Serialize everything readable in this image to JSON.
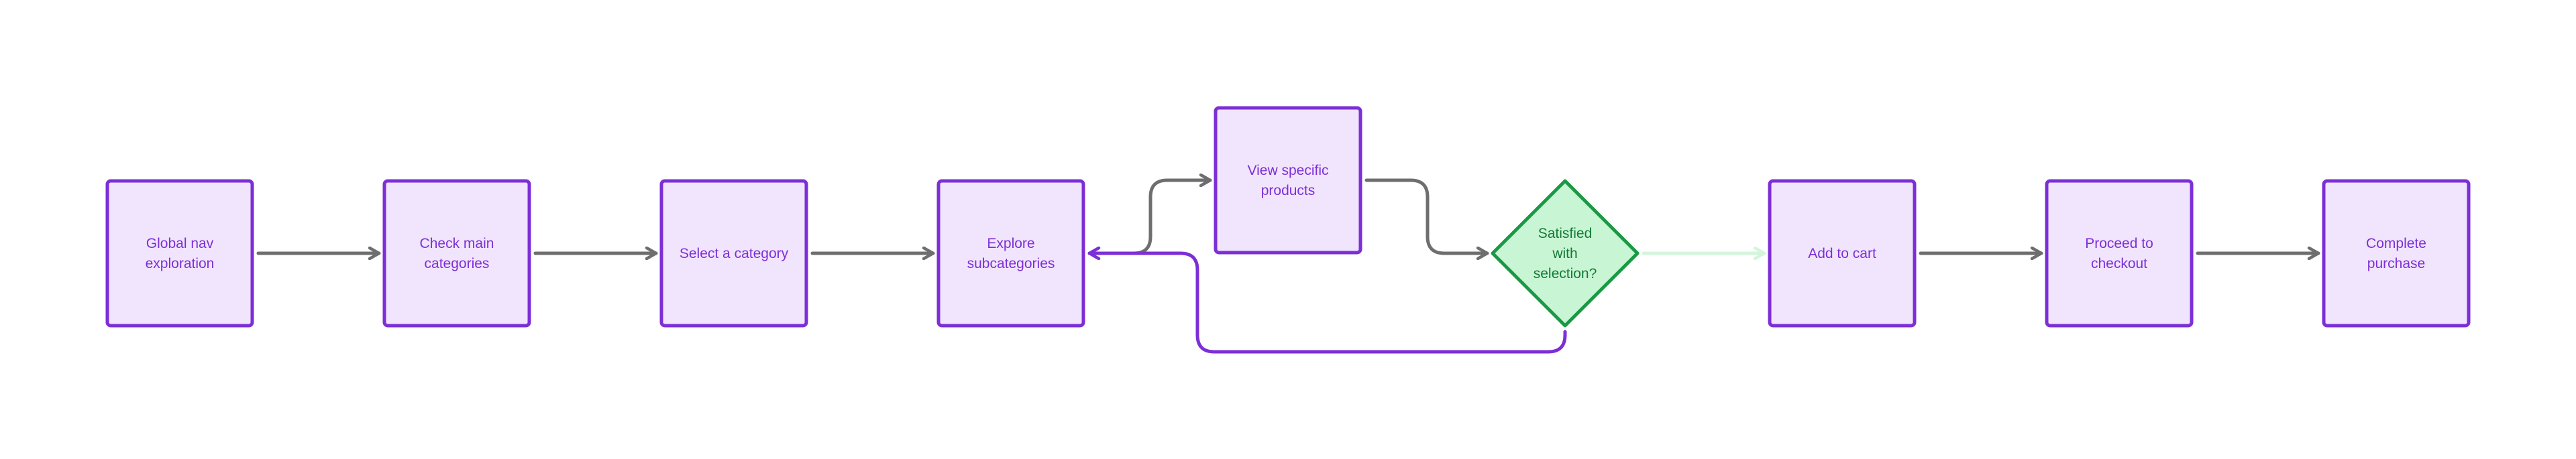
{
  "colors": {
    "box_fill": "#f1e4fd",
    "box_stroke": "#7c2fd6",
    "box_text": "#7c2fd6",
    "decision_fill": "#c8f5d3",
    "decision_stroke": "#1a9944",
    "decision_text": "#127a35",
    "edge_gray": "#6e6e6e",
    "edge_purple": "#7c2fd6",
    "edge_green_light": "#d4f5dc"
  },
  "nodes": [
    {
      "id": "global-nav",
      "shape": "box",
      "lines": [
        "Global nav",
        "exploration"
      ]
    },
    {
      "id": "check-main",
      "shape": "box",
      "lines": [
        "Check main",
        "categories"
      ]
    },
    {
      "id": "select-category",
      "shape": "box",
      "lines": [
        "Select a category"
      ]
    },
    {
      "id": "explore-sub",
      "shape": "box",
      "lines": [
        "Explore",
        "subcategories"
      ]
    },
    {
      "id": "view-products",
      "shape": "box",
      "lines": [
        "View specific",
        "products"
      ]
    },
    {
      "id": "satisfied",
      "shape": "diamond",
      "lines": [
        "Satisfied",
        "with",
        "selection?"
      ]
    },
    {
      "id": "add-to-cart",
      "shape": "box",
      "lines": [
        "Add to cart"
      ]
    },
    {
      "id": "checkout",
      "shape": "box",
      "lines": [
        "Proceed to",
        "checkout"
      ]
    },
    {
      "id": "complete",
      "shape": "box",
      "lines": [
        "Complete",
        "purchase"
      ]
    }
  ],
  "edges": [
    {
      "from": "global-nav",
      "to": "check-main",
      "color": "edge_gray"
    },
    {
      "from": "check-main",
      "to": "select-category",
      "color": "edge_gray"
    },
    {
      "from": "select-category",
      "to": "explore-sub",
      "color": "edge_gray"
    },
    {
      "from": "explore-sub",
      "to": "view-products",
      "color": "edge_gray"
    },
    {
      "from": "view-products",
      "to": "satisfied",
      "color": "edge_gray"
    },
    {
      "from": "satisfied",
      "to": "explore-sub",
      "color": "edge_purple"
    },
    {
      "from": "satisfied",
      "to": "add-to-cart",
      "color": "edge_green_light"
    },
    {
      "from": "add-to-cart",
      "to": "checkout",
      "color": "edge_gray"
    },
    {
      "from": "checkout",
      "to": "complete",
      "color": "edge_gray"
    }
  ]
}
